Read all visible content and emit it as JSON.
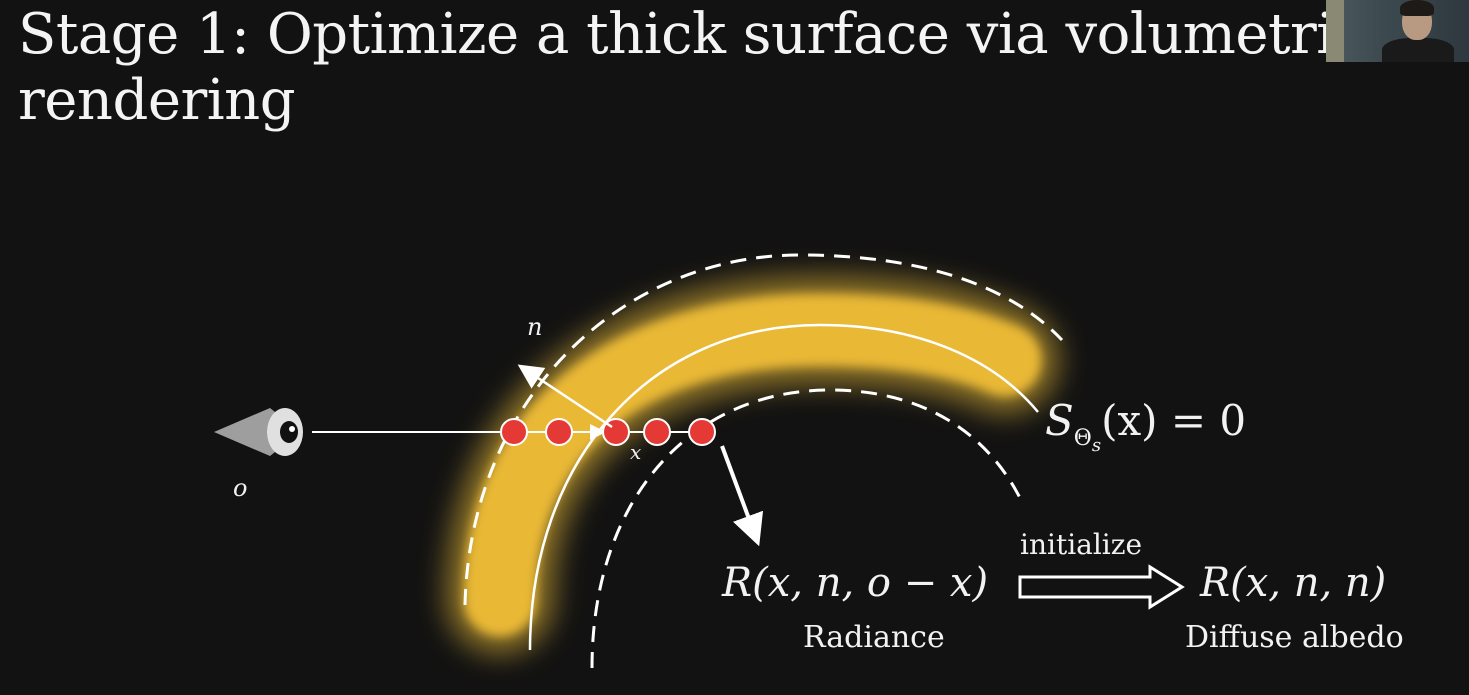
{
  "title": {
    "line1": "Stage 1: Optimize a thick surface via volumetri",
    "line2": "rendering"
  },
  "webcam": {
    "icon": "presenter-webcam"
  },
  "diagram": {
    "origin_label": "o",
    "normal_label": "n",
    "point_label": "x",
    "surface_eq_s": "S",
    "surface_eq_sub": "Θ",
    "surface_eq_subsub": "s",
    "surface_eq_rest": "(x) = 0",
    "radiance_expr": "R(x, n, o − x)",
    "radiance_caption": "Radiance",
    "arrow_label": "initialize",
    "albedo_expr": "R(x, n, n)",
    "albedo_caption": "Diffuse albedo",
    "colors": {
      "glow": "#f2c23a",
      "sample_point": "#e53935",
      "line": "#ffffff"
    },
    "sample_point_count": 5
  }
}
